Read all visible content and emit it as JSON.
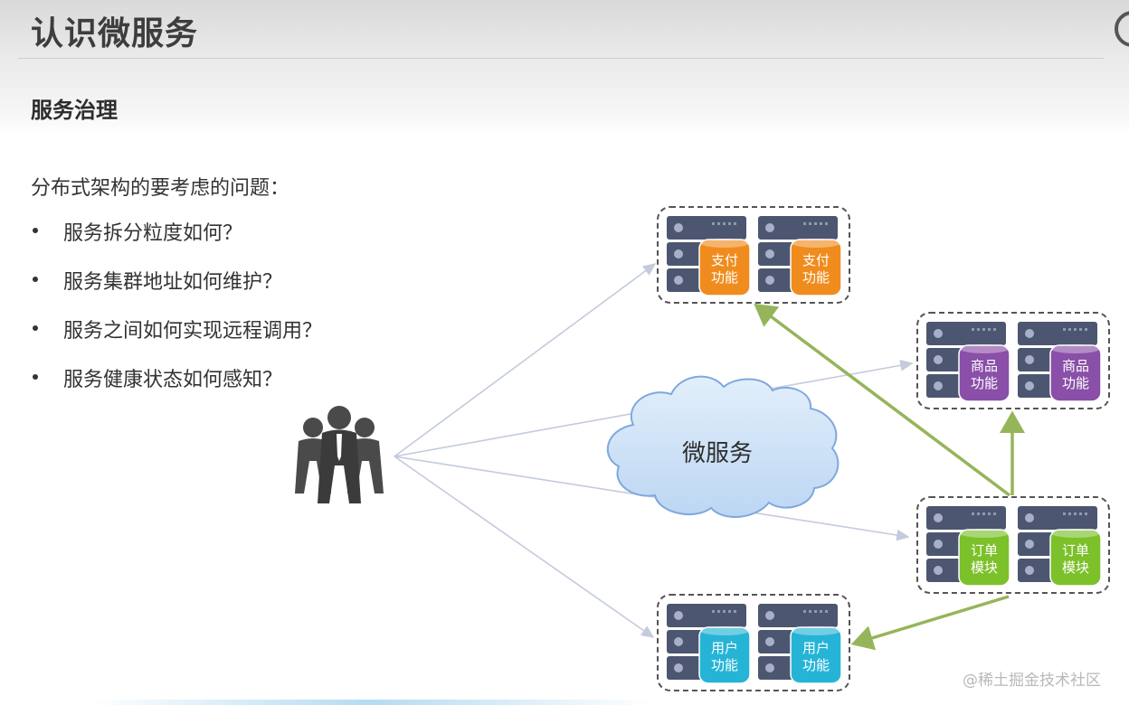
{
  "slide": {
    "title": "认识微服务",
    "subtitle": "服务治理",
    "question_title": "分布式架构的要考虑的问题：",
    "bullets": [
      "服务拆分粒度如何？",
      "服务集群地址如何维护？",
      "服务之间如何实现远程调用？",
      "服务健康状态如何感知？"
    ],
    "watermark": "@稀土掘金技术社区"
  },
  "diagram": {
    "cloud_label": "微服务",
    "colors": {
      "orange": "#f08c1e",
      "purple": "#8a4fa8",
      "green": "#7cc02a",
      "cyan": "#25b4d6",
      "server": "#4d5670",
      "arrow_green": "#95b55a",
      "arrow_blue": "#c3cbdc",
      "cloud_fill": "#cde3f8",
      "cloud_stroke": "#7fa8dc"
    },
    "groups": [
      {
        "id": "pay",
        "label": "支付\n功能",
        "color": "orange"
      },
      {
        "id": "product",
        "label": "商品\n功能",
        "color": "purple"
      },
      {
        "id": "order",
        "label": "订单\n模块",
        "color": "green"
      },
      {
        "id": "user",
        "label": "用户\n功能",
        "color": "cyan"
      }
    ]
  }
}
